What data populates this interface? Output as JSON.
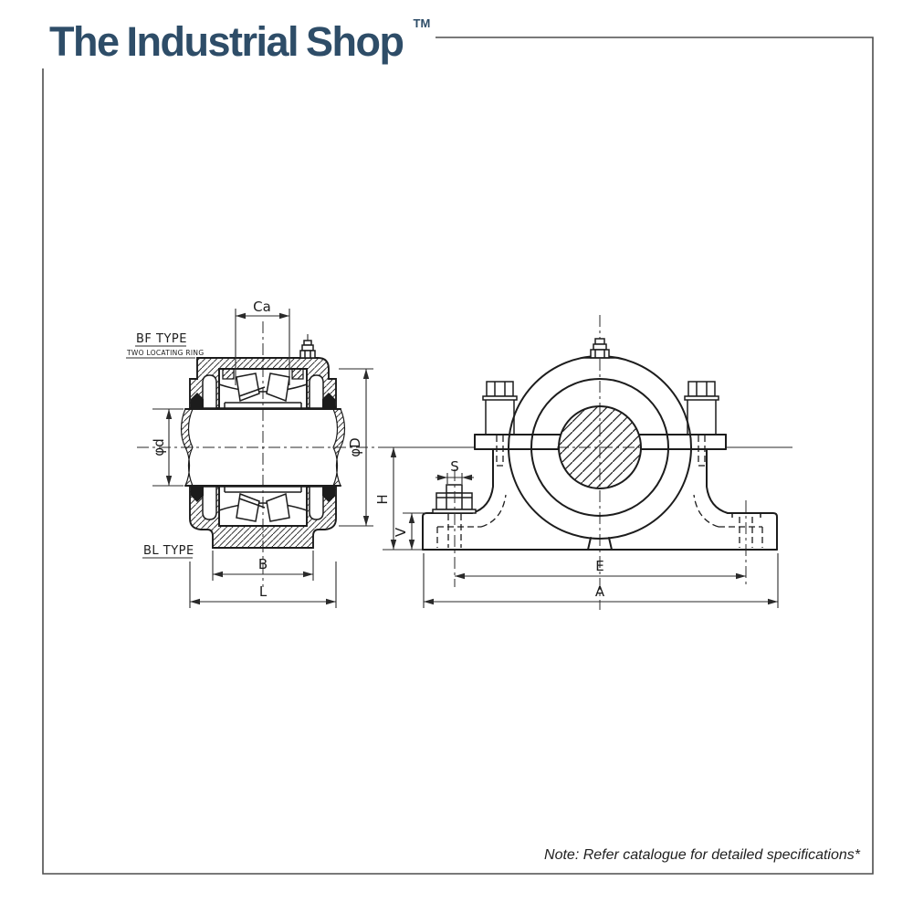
{
  "brand": {
    "name_word1": "The",
    "name_word2": "Industrial",
    "name_word3": "Shop",
    "tm": "TM",
    "color": "#2e4d68"
  },
  "note": {
    "text": "Note: Refer catalogue for detailed specifications*"
  },
  "drawing": {
    "line_color": "#1c1c1c",
    "section_view": {
      "type_top_label": "BF TYPE",
      "type_top_sublabel": "TWO LOCATING RING",
      "type_bottom_label": "BL TYPE",
      "dims": {
        "ca": "Ca",
        "shaft_dia": "φd",
        "outer_dia": "φD",
        "width_b": "B",
        "length_l": "L"
      }
    },
    "front_view": {
      "dims": {
        "s": "S",
        "h": "H",
        "v": "V",
        "e": "E",
        "a": "A"
      }
    }
  }
}
